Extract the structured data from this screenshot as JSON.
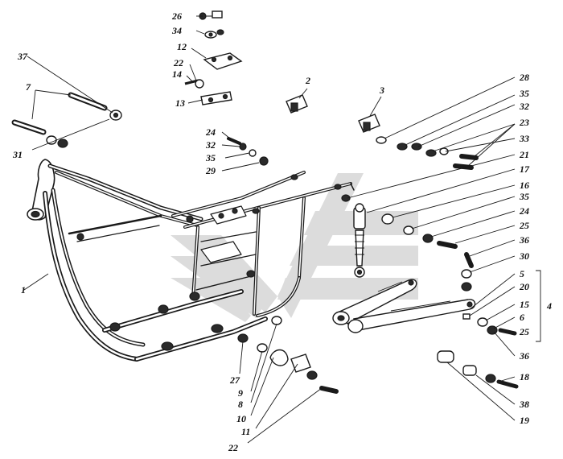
{
  "diagram": {
    "callouts": [
      {
        "id": "c26",
        "text": "26"
      },
      {
        "id": "c34",
        "text": "34"
      },
      {
        "id": "c12",
        "text": "12"
      },
      {
        "id": "c22",
        "text": "22"
      },
      {
        "id": "c14",
        "text": "14"
      },
      {
        "id": "c13",
        "text": "13"
      },
      {
        "id": "c37",
        "text": "37"
      },
      {
        "id": "c7",
        "text": "7"
      },
      {
        "id": "c31",
        "text": "31"
      },
      {
        "id": "c2",
        "text": "2"
      },
      {
        "id": "c3",
        "text": "3"
      },
      {
        "id": "c24a",
        "text": "24"
      },
      {
        "id": "c32a",
        "text": "32"
      },
      {
        "id": "c35a",
        "text": "35"
      },
      {
        "id": "c29",
        "text": "29"
      },
      {
        "id": "c28",
        "text": "28"
      },
      {
        "id": "c35b",
        "text": "35"
      },
      {
        "id": "c32b",
        "text": "32"
      },
      {
        "id": "c23",
        "text": "23"
      },
      {
        "id": "c33",
        "text": "33"
      },
      {
        "id": "c21",
        "text": "21"
      },
      {
        "id": "c17",
        "text": "17"
      },
      {
        "id": "c16",
        "text": "16"
      },
      {
        "id": "c35c",
        "text": "35"
      },
      {
        "id": "c24b",
        "text": "24"
      },
      {
        "id": "c25a",
        "text": "25"
      },
      {
        "id": "c36a",
        "text": "36"
      },
      {
        "id": "c30",
        "text": "30"
      },
      {
        "id": "c5",
        "text": "5"
      },
      {
        "id": "c20",
        "text": "20"
      },
      {
        "id": "c15",
        "text": "15"
      },
      {
        "id": "c6",
        "text": "6"
      },
      {
        "id": "c25b",
        "text": "25"
      },
      {
        "id": "c36b",
        "text": "36"
      },
      {
        "id": "c4",
        "text": "4"
      },
      {
        "id": "c18",
        "text": "18"
      },
      {
        "id": "c38",
        "text": "38"
      },
      {
        "id": "c19",
        "text": "19"
      },
      {
        "id": "c1",
        "text": "1"
      },
      {
        "id": "c27",
        "text": "27"
      },
      {
        "id": "c9",
        "text": "9"
      },
      {
        "id": "c8",
        "text": "8"
      },
      {
        "id": "c10",
        "text": "10"
      },
      {
        "id": "c11",
        "text": "11"
      },
      {
        "id": "c22b",
        "text": "22"
      }
    ],
    "colors": {
      "ink": "#1a1a1a",
      "watermark": "#d9d9d9",
      "background": "#ffffff"
    }
  }
}
